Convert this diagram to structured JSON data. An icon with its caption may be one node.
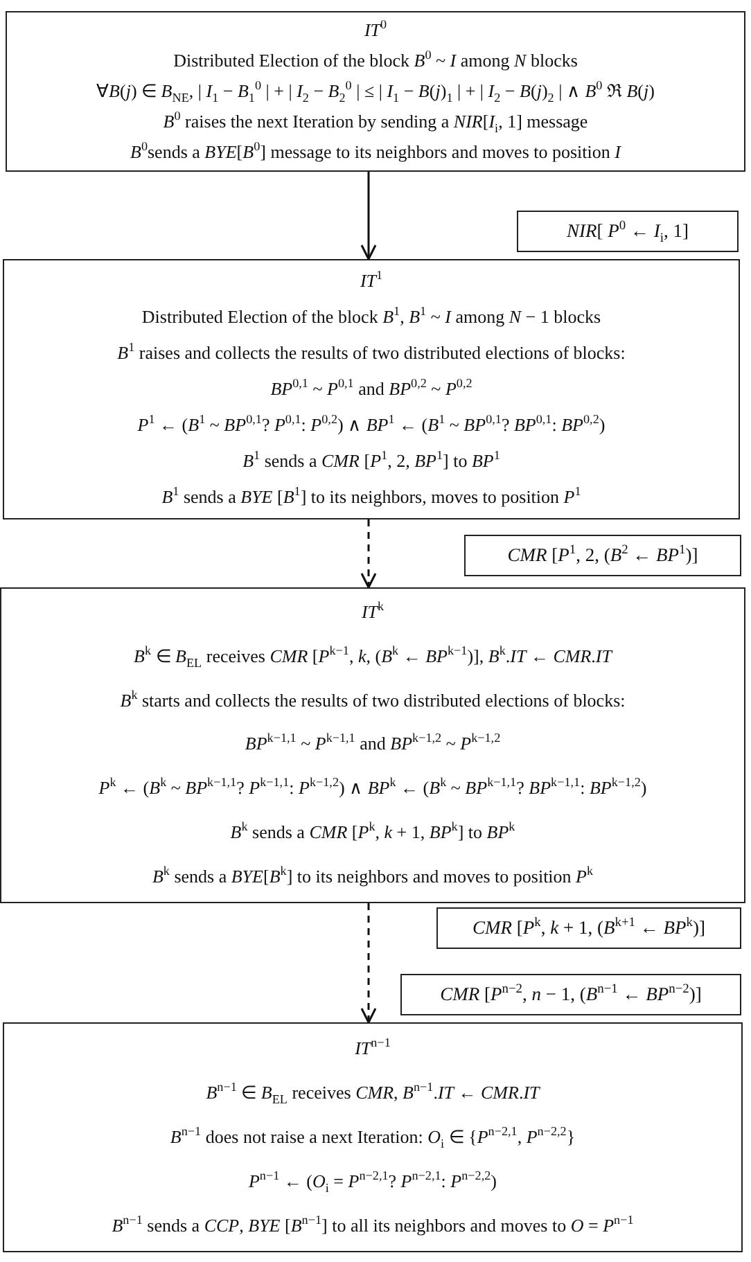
{
  "diagram": {
    "nodes": [
      {
        "text": [
          "*IT*$^{0}$",
          "Distributed Election of the block *B*$^{0}$ ~ *I* among *N* blocks",
          "∀*B*(*j*) ∈ *B*$_{NE}$, | *I*$_{1}$ − *B*$_{1}$$^{0}$ | + | *I*$_{2}$ − *B*$_{2}$$^{0}$ | ≤ | *I*$_{1}$ − *B*(*j*)$_{1}$ | + | *I*$_{2}$ − *B*(*j*)$_{2}$ | ∧ *B*$^{0}$ ℜ *B*(*j*)",
          "*B*$^{0}$ raises the next Iteration by sending a *NIR*[*I*$_{i}$, 1] message",
          "*B*$^{0}$sends a *BYE*[*B*$^{0}$] message to its neighbors and moves to position *I*"
        ]
      },
      {
        "text": [
          "*NIR*[ *P*$^{0}$ ← *I*$_{i}$, 1]"
        ]
      },
      {
        "text": [
          "*IT*$^{1}$",
          "Distributed Election of the block *B*$^{1}$, *B*$^{1}$ ~ *I* among *N* − 1 blocks",
          "*B*$^{1}$ raises and collects the results of two distributed elections of blocks:",
          "*BP*$^{0,1}$ ~ *P*$^{0,1}$ and *BP*$^{0,2}$ ~ *P*$^{0,2}$",
          "*P*$^{1}$ ← (*B*$^{1}$ ~ *BP*$^{0,1}$? *P*$^{0,1}$: *P*$^{0,2}$) ∧ *BP*$^{1}$ ← (*B*$^{1}$ ~ *BP*$^{0,1}$? *BP*$^{0,1}$: *BP*$^{0,2}$)",
          "*B*$^{1}$ sends a *CMR* [*P*$^{1}$, 2, *BP*$^{1}$] to *BP*$^{1}$",
          "*B*$^{1}$ sends a *BYE* [*B*$^{1}$] to its neighbors, moves to position *P*$^{1}$"
        ]
      },
      {
        "text": [
          "*CMR* [*P*$^{1}$, 2, (*B*$^{2}$ ← *BP*$^{1}$)]"
        ]
      },
      {
        "text": [
          "*IT*$^{k}$",
          "*B*$^{k}$ ∈ *B*$_{EL}$ receives *CMR* [*P*$^{k−1}$, *k*, (*B*$^{k}$ ← *BP*$^{k−1}$)], *B*$^{k}$.*IT* ← *CMR*.*IT*",
          "*B*$^{k}$ starts and collects the results of two distributed elections of blocks:",
          "*BP*$^{k−1,1}$ ~ *P*$^{k−1,1}$ and *BP*$^{k−1,2}$ ~ *P*$^{k−1,2}$",
          "*P*$^{k}$ ← (*B*$^{k}$ ~ *BP*$^{k−1,1}$? *P*$^{k−1,1}$: *P*$^{k−1,2}$) ∧ *BP*$^{k}$ ← (*B*$^{k}$ ~ *BP*$^{k−1,1}$? *BP*$^{k−1,1}$: *BP*$^{k−1,2}$)",
          "*B*$^{k}$ sends a *CMR* [*P*$^{k}$, *k* + 1, *BP*$^{k}$] to *BP*$^{k}$",
          "*B*$^{k}$ sends a *BYE*[*B*$^{k}$] to its neighbors and moves to position *P*$^{k}$"
        ]
      },
      {
        "text": [
          "*CMR* [*P*$^{k}$, *k* + 1, (*B*$^{k+1}$ ← *BP*$^{k}$)]"
        ]
      },
      {
        "text": [
          "*CMR* [*P*$^{n−2}$, *n* − 1, (*B*$^{n−1}$ ← *BP*$^{n−2}$)]"
        ]
      },
      {
        "text": [
          "*IT*$^{n−1}$",
          "*B*$^{n−1}$ ∈ *B*$_{EL}$ receives *CMR*, *B*$^{n−1}$.*IT* ← *CMR*.*IT*",
          "*B*$^{n−1}$ does not raise a next Iteration: *O*$_{i}$ ∈ {*P*$^{n−2,1}$, *P*$^{n−2,2}$}",
          "*P*$^{n−1}$ ← (*O*$_{i}$ = *P*$^{n−2,1}$? *P*$^{n−2,1}$: *P*$^{n−2,2}$)",
          "*B*$^{n−1}$ sends a *CCP*, *BYE* [*B*$^{n−1}$] to all its neighbors and moves to *O* = *P*$^{n−1}$"
        ]
      }
    ],
    "edges": [
      {
        "from": 0,
        "to": 2,
        "arrow": "to"
      },
      {
        "from": 2,
        "to": 4,
        "arrow": "to",
        "style": "dashed"
      },
      {
        "from": 4,
        "to": 7,
        "arrow": "to",
        "style": "dashed"
      }
    ]
  }
}
